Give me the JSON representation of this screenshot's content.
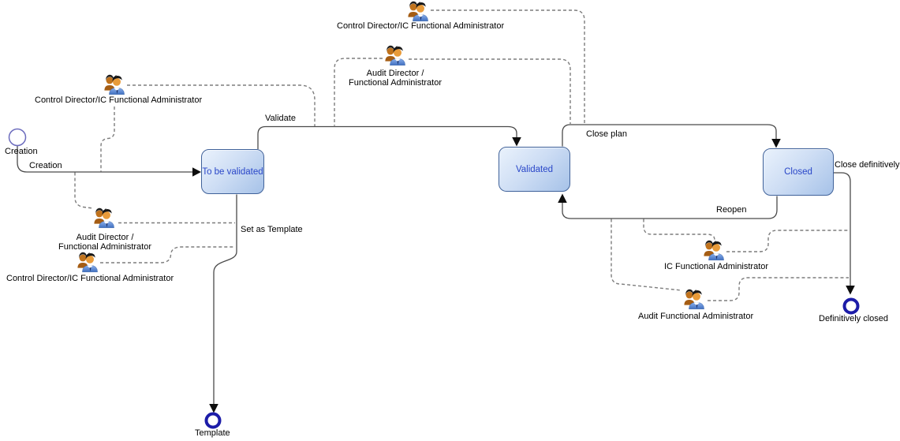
{
  "states": {
    "to_be_validated": "To be validated",
    "validated": "Validated",
    "closed": "Closed"
  },
  "start_state": {
    "label": "Creation"
  },
  "end_states": {
    "template": "Template",
    "definitively_closed": "Definitively closed"
  },
  "transitions": {
    "creation": "Creation",
    "validate": "Validate",
    "close_plan": "Close plan",
    "close_definitively": "Close definitively",
    "reopen": "Reopen",
    "set_as_template": "Set as Template"
  },
  "actors": {
    "control_director_top_left": {
      "label": "Control Director/IC Functional Administrator",
      "icon": "users-icon"
    },
    "audit_director_left": {
      "line1": "Audit Director /",
      "line2": "Functional Administrator",
      "icon": "users-icon"
    },
    "control_director_bottom_left": {
      "label": "Control Director/IC Functional Administrator",
      "icon": "users-icon"
    },
    "control_director_top_center": {
      "label": "Control Director/IC Functional Administrator",
      "icon": "users-icon"
    },
    "audit_director_top_center": {
      "line1": "Audit Director /",
      "line2": "Functional Administrator",
      "icon": "users-icon"
    },
    "ic_functional_admin": {
      "label": "IC Functional Administrator",
      "icon": "users-icon"
    },
    "audit_functional_admin": {
      "label": "Audit Functional Administrator",
      "icon": "users-icon"
    }
  },
  "colors": {
    "state_fill_light": "#eaf2fc",
    "state_fill_dark": "#a6c2e8",
    "state_border": "#40629a",
    "state_text": "#2946c8",
    "start_circle": "#6b6bbd",
    "final_circle": "#1c1ca8",
    "solid_edge": "#4a4a4a",
    "dashed_edge": "#7d7d7d",
    "label_text": "#000000",
    "background": "#ffffff"
  }
}
